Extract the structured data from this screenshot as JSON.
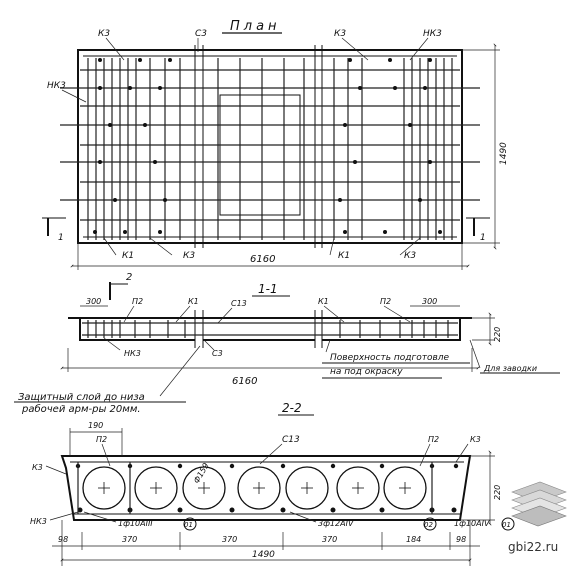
{
  "plan": {
    "title": "План",
    "labels": {
      "k3_left": "К3",
      "c3_top": "С3",
      "k3_right": "К3",
      "nk3_right": "НК3",
      "nk3_left": "НК3",
      "k1_left": "К1",
      "k3_bot_left": "К3",
      "k1_right": "К1",
      "k3_bot_right": "К3",
      "cut_left": "1",
      "cut_right": "1"
    },
    "dim_width": "1490",
    "dim_length": "6160"
  },
  "section11": {
    "title": "1-1",
    "cut_mark": "2",
    "labels": {
      "d300_left": "300",
      "p2_left": "П2",
      "k1_left": "К1",
      "c13": "С13",
      "k1_right": "К1",
      "p2_right": "П2",
      "d300_right": "300",
      "nk3": "НК3",
      "c3": "С3",
      "d220": "220"
    },
    "note_surface_1": "Поверхность подготовле",
    "note_surface_2": "на под окраску",
    "note_form": "Для заводки",
    "dim_length": "6160",
    "note_cover_1": "Защитный слой до низа",
    "note_cover_2": "рабочей арм-ры 20мм."
  },
  "section22": {
    "title": "2-2",
    "labels": {
      "d190": "190",
      "p2_left": "П2",
      "c13": "С13",
      "p2_right": "П2",
      "k3_right": "К3",
      "k3_left": "К3",
      "hole_dia": "Ф159",
      "d220": "220",
      "nk3": "НК3",
      "rebar_left": "1ф10АIII",
      "mark_01": "01",
      "rebar_mid": "3ф12АIV",
      "mark_02": "02",
      "rebar_right": "1ф10АIV",
      "mark_01b": "01"
    },
    "dims": [
      "98",
      "370",
      "370",
      "370",
      "184",
      "98"
    ],
    "dim_total": "1490"
  },
  "watermark": "gbi22.ru",
  "colors": {
    "ink": "#111111",
    "paper": "#ffffff"
  }
}
